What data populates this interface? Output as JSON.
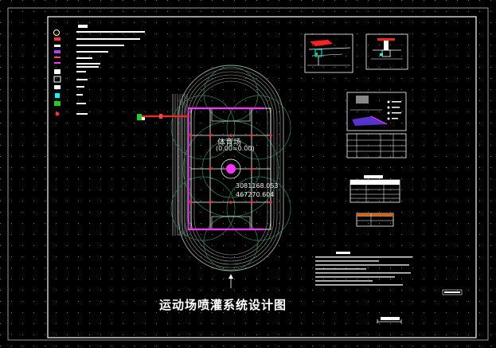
{
  "drawing": {
    "title": "运动场喷灌系统设计图",
    "field_label": "体育场",
    "field_elevation": "(0.00=0.00)",
    "coordinates": [
      "3081168.053",
      "467270.604"
    ]
  },
  "colors": {
    "background": "#000000",
    "frame": "#ffffff",
    "track": "#c8c8c8",
    "field_green": "#2e8b57",
    "main_pipe": "#ff2222",
    "branch_pipe": "#ff33ff",
    "lateral": "#ffffff",
    "legend_cyan": "#00ffff"
  }
}
